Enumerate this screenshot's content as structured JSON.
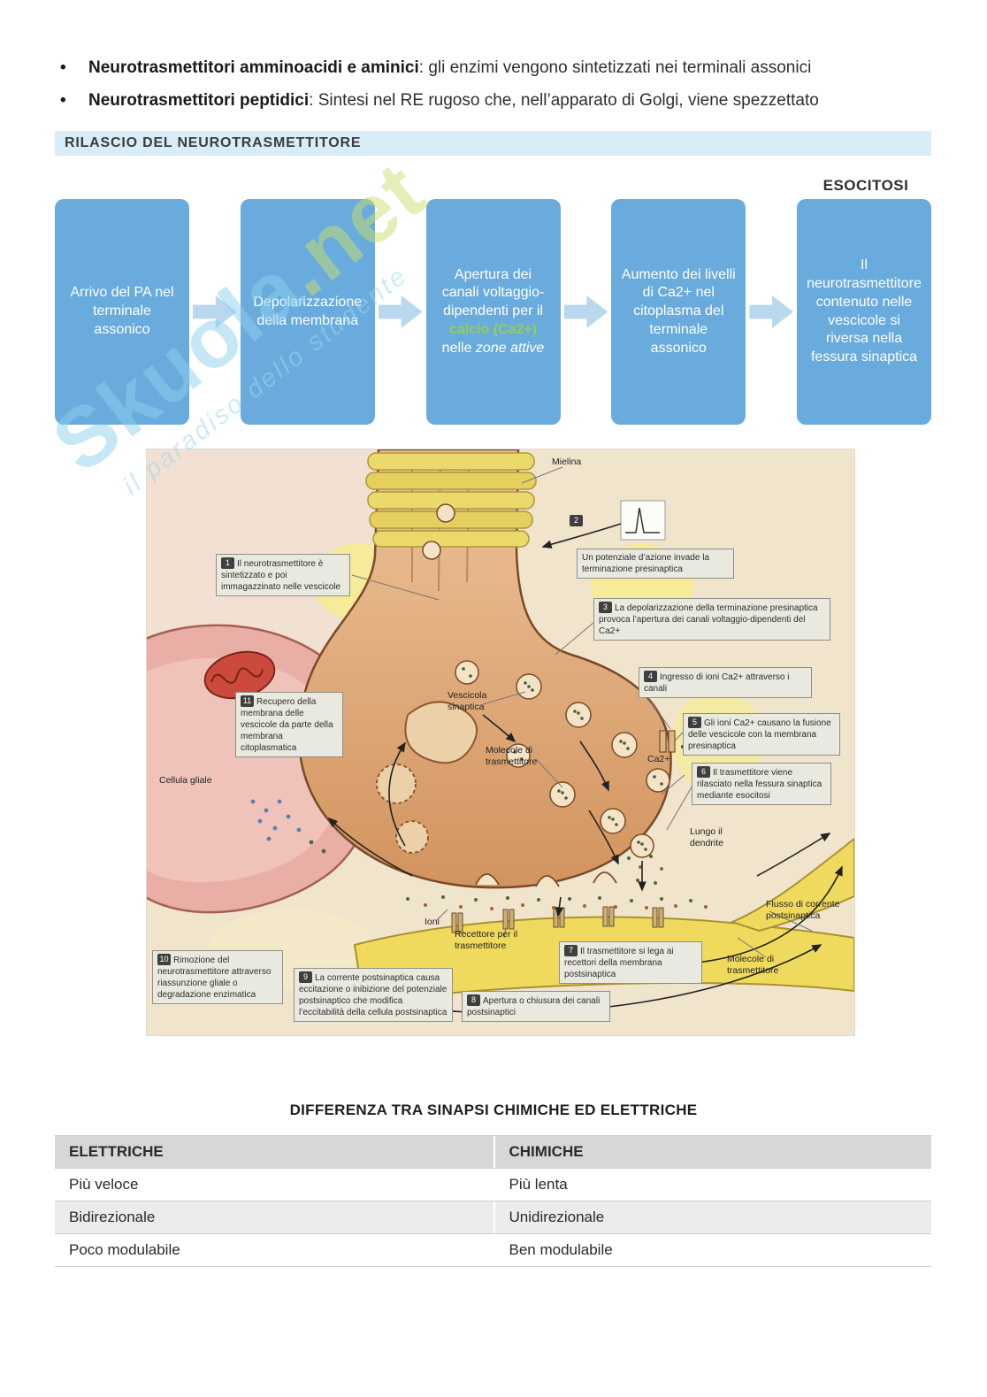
{
  "bullets": [
    {
      "bold": "Neurotrasmettitori amminoacidi e aminici",
      "rest": ": gli enzimi vengono sintetizzati nei terminali assonici"
    },
    {
      "bold": "Neurotrasmettitori peptidici",
      "rest": ": Sintesi nel RE rugoso che, nell’apparato di Golgi, viene spezzettato"
    }
  ],
  "section_header": "RILASCIO DEL NEUROTRASMETTITORE",
  "watermark": {
    "main": "Skuola",
    "tld": ".net",
    "sub": "il paradiso dello studente"
  },
  "flowchart": {
    "esocitosi_label": "ESOCITOSI",
    "step1": "Arrivo del PA nel terminale assonico",
    "step2": "Depolarizzazione della membrana",
    "step3_part1": "Apertura dei canali voltaggio-dipendenti per il ",
    "step3_green": "calcio (Ca2+)",
    "step3_part2": " nelle ",
    "step3_italic": "zone attive",
    "step4": "Aumento dei livelli di Ca2+ nel citoplasma del terminale assonico",
    "step5": "Il neurotrasmettitore contenuto nelle vescicole si riversa nella fessura sinaptica"
  },
  "diagram": {
    "labels": {
      "mielina": "Mielina",
      "cellula_gliale": "Cellula gliale",
      "vescicola_sinaptica": "Vescicola sinaptica",
      "molecole_trasmettitore": "Molecole di trasmettitore",
      "ca2": "Ca2+",
      "ioni": "Ioni",
      "recettore": "Recettore per il trasmettitore",
      "lungo_dendrite": "Lungo il dendrite",
      "flusso_corrente": "Flusso di corrente postsinaptica",
      "molecole_trasmettitore2": "Molecole di trasmettitore"
    },
    "callouts": [
      {
        "num": "1",
        "text": "Il neurotrasmettitore è sintetizzato e poi immagazzinato nelle vescicole"
      },
      {
        "num": "2",
        "text": "Un potenziale d’azione invade la terminazione presinaptica"
      },
      {
        "num": "3",
        "text": "La depolarizzazione della terminazione presinaptica provoca l’apertura dei canali voltaggio-dipendenti del Ca2+"
      },
      {
        "num": "4",
        "text": "Ingresso di ioni Ca2+ attraverso i canali"
      },
      {
        "num": "5",
        "text": "Gli ioni Ca2+ causano la fusione delle vescicole con la membrana presinaptica"
      },
      {
        "num": "6",
        "text": "Il trasmettitore viene rilasciato nella fessura sinaptica mediante esocitosi"
      },
      {
        "num": "7",
        "text": "Il trasmettitore si lega ai recettori della membrana postsinaptica"
      },
      {
        "num": "8",
        "text": "Apertura o chiusura dei canali postsinaptici"
      },
      {
        "num": "9",
        "text": "La corrente postsinaptica causa eccitazione o inibizione del potenziale postsinaptico che modifica l’eccitabilità della cellula postsinaptica"
      },
      {
        "num": "10",
        "text": "Rimozione del neurotrasmettitore attraverso riassunzione gliale o degradazione enzimatica"
      },
      {
        "num": "11",
        "text": "Recupero della membrana delle vescicole da parte della membrana citoplasmatica"
      }
    ]
  },
  "table": {
    "title": "DIFFERENZA TRA SINAPSI CHIMICHE ED ELETTRICHE",
    "headers": [
      "ELETTRICHE",
      "CHIMICHE"
    ],
    "rows": [
      [
        "Più veloce",
        "Più lenta"
      ],
      [
        "Bidirezionale",
        "Unidirezionale"
      ],
      [
        "Poco modulabile",
        "Ben modulabile"
      ]
    ]
  },
  "colors": {
    "flow_box": "#6aabdd",
    "header_bar_bg": "#d8edf8",
    "green_text": "#92d050",
    "table_header_bg": "#d7d7d7",
    "table_alt_bg": "#ececec"
  }
}
